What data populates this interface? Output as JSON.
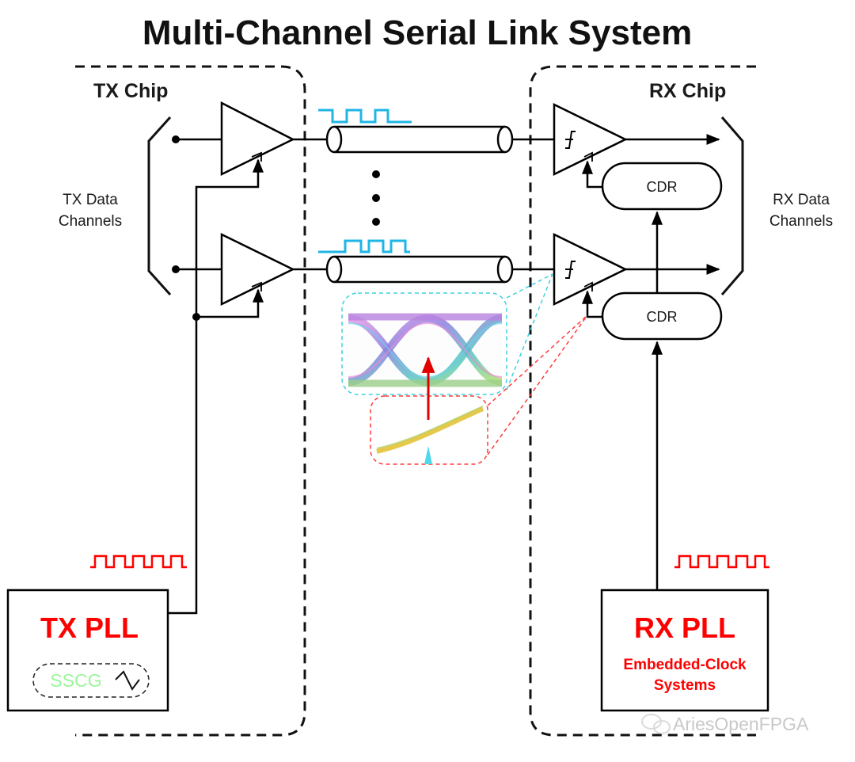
{
  "title": "Multi-Channel Serial Link System",
  "tx_chip": {
    "label": "TX Chip",
    "data_channels": [
      "TX Data",
      "Channels"
    ],
    "pll": {
      "label": "TX PLL",
      "sscg": "SSCG"
    }
  },
  "rx_chip": {
    "label": "RX Chip",
    "data_channels": [
      "RX Data",
      "Channels"
    ],
    "cdr_labels": [
      "CDR",
      "CDR"
    ],
    "pll": {
      "label": "RX PLL",
      "subtitle": [
        "Embedded-Clock",
        "Systems"
      ]
    }
  },
  "watermark": "AriesOpenFPGA",
  "colors": {
    "clock_wave": "#ff0000",
    "data_wave": "#1fb6e6",
    "eye_zoom_border": "#3fd0e0",
    "jitter_zoom_border": "#ff3b3b"
  },
  "icons": [
    "driver-triangle",
    "sampler-triangle",
    "cable-cylinder",
    "wechat-icon",
    "sine-wave-icon"
  ]
}
